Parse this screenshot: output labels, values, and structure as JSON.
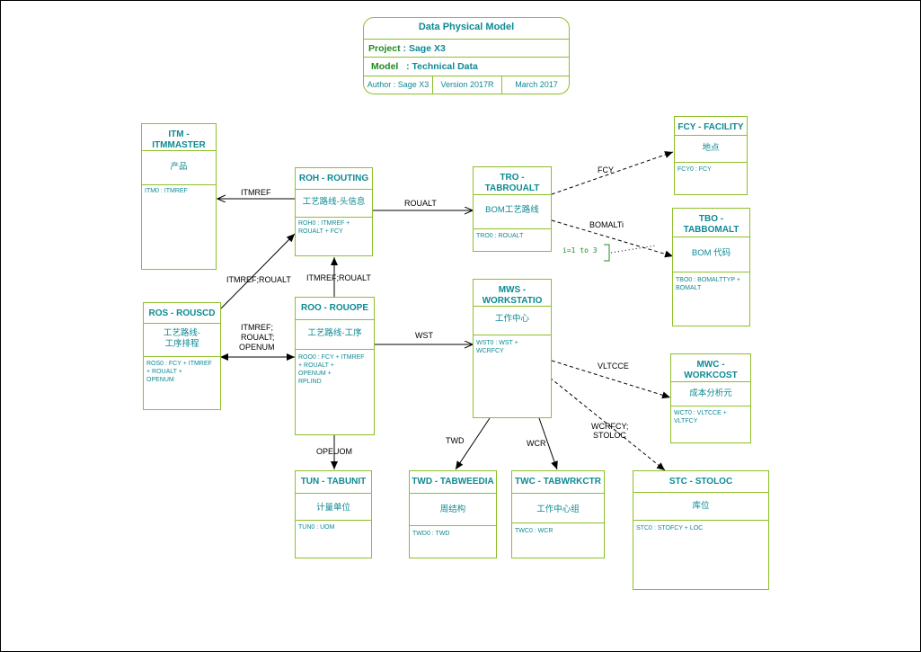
{
  "title": {
    "heading": "Data Physical Model",
    "project_label": "Project",
    "project_value": ": Sage X3",
    "model_label": "Model",
    "model_value": ": Technical Data",
    "author": "Author : Sage X3",
    "version": "Version 2017R",
    "date": "March 2017"
  },
  "entities": {
    "itm": {
      "header": "ITM -\nITMMASTER",
      "zh": "产品",
      "index": "ITM0 : ITMREF"
    },
    "roh": {
      "header": "ROH - ROUTING",
      "zh": "工艺路线-头信息",
      "index": "ROH0 : ITMREF +\n         ROUALT + FCY"
    },
    "tro": {
      "header": "TRO -\nTABROUALT",
      "zh": "BOM工艺路线",
      "index": "TRO0 : ROUALT"
    },
    "fcy": {
      "header": "FCY - FACILITY",
      "zh": "地点",
      "index": "FCY0 : FCY"
    },
    "tbo": {
      "header": "TBO -\nTABBOMALT",
      "zh": "BOM 代码",
      "index": "TBO0 : BOMALTTYP +\n         BOMALT"
    },
    "ros": {
      "header": "ROS - ROUSCD",
      "zh": "工艺路线-\n工序排程",
      "index": "ROS0 : FCY + ITMREF\n         + ROUALT +\n         OPENUM"
    },
    "roo": {
      "header": "ROO - ROUOPE",
      "zh": "工艺路线-工序",
      "index": "ROO0 : FCY + ITMREF\n         + ROUALT +\n         OPENUM +\n         RPLIND"
    },
    "mws": {
      "header": "MWS -\nWORKSTATIO",
      "zh": "工作中心",
      "index": "WST0 : WST +\n         WCRFCY"
    },
    "mwc": {
      "header": "MWC -\nWORKCOST",
      "zh": "成本分析元",
      "index": "WCT0 : VLTCCE +\n         VLTFCY"
    },
    "tun": {
      "header": "TUN - TABUNIT",
      "zh": "计量单位",
      "index": "TUN0 : UOM"
    },
    "twd": {
      "header": "TWD - TABWEEDIA",
      "zh": "周结构",
      "index": "TWD0 : TWD"
    },
    "twc": {
      "header": "TWC - TABWRKCTR",
      "zh": "工作中心组",
      "index": "TWC0 : WCR"
    },
    "stc": {
      "header": "STC - STOLOC",
      "zh": "库位",
      "index": "STC0 : STOFCY + LOC"
    }
  },
  "links": {
    "itmref": "ITMREF",
    "roualt": "ROUALT",
    "fcy": "FCY",
    "bomalti": "BOMALTi",
    "itmref_roualt_ros": "ITMREF;ROUALT",
    "itmref_roualt_roo": "ITMREF;ROUALT",
    "ros_roo_1": "ITMREF;",
    "ros_roo_2": "ROUALT;",
    "ros_roo_3": "OPENUM",
    "wst": "WST",
    "vltcce": "VLTCCE",
    "wcrfcy": "WCRFCY;",
    "stoloc": "STOLOC",
    "opeuom": "OPEUOM",
    "twd": "TWD",
    "wcr": "WCR"
  },
  "note": "i=1 to 3",
  "colors": {
    "border": "#8ebf2a",
    "text": "#0e8a93",
    "label_green": "#208a20"
  }
}
